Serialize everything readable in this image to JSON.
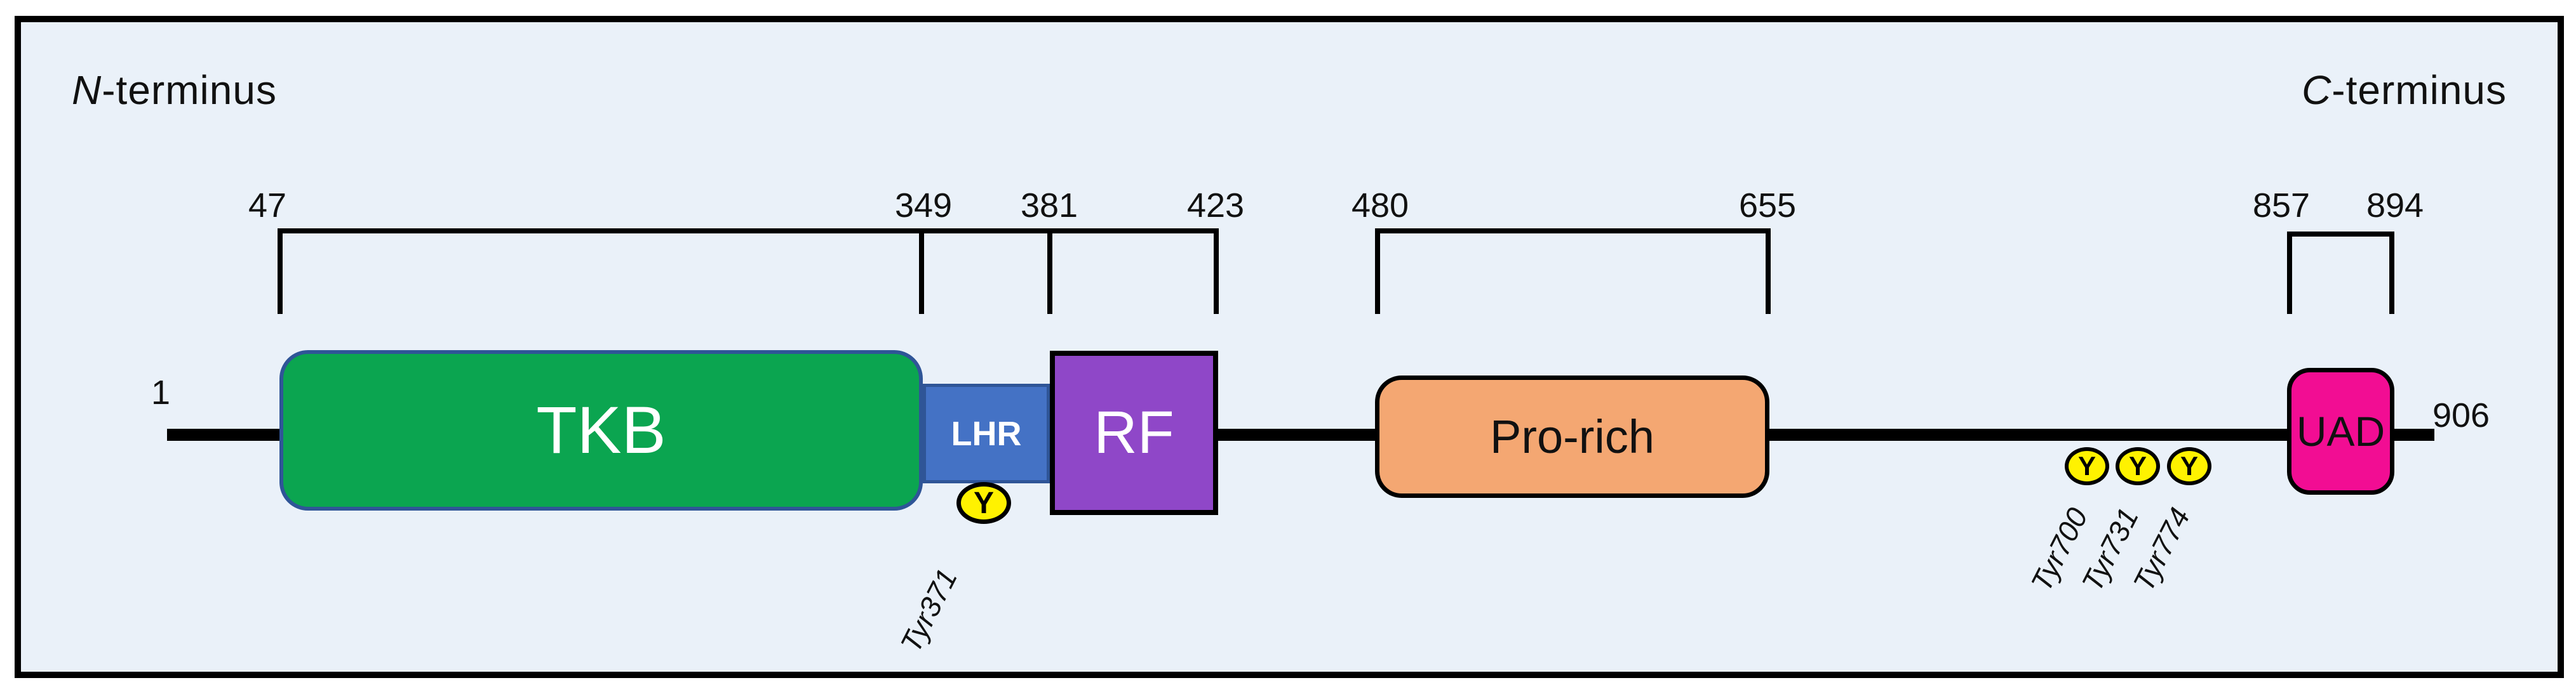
{
  "colors": {
    "background": "#EAF1F9",
    "frame_border": "#000000",
    "backbone": "#000000",
    "tkb_fill": "#0BA550",
    "tkb_border": "#2F5597",
    "lhr_fill": "#4472C5",
    "rf_fill": "#8F47C8",
    "prorich_fill": "#F4A772",
    "uad_fill": "#F20D93",
    "phospho_fill": "#FFF200"
  },
  "terminals": {
    "left": {
      "prefix": "N",
      "rest": "-terminus"
    },
    "right": {
      "prefix": "C",
      "rest": "-terminus"
    }
  },
  "backbone": {
    "start_residue": "1",
    "end_residue": "906"
  },
  "brackets": {
    "b1": [
      "47",
      "349",
      "381",
      "423"
    ],
    "b2": [
      "480",
      "655"
    ],
    "b3": [
      "857",
      "894"
    ]
  },
  "domains": {
    "tkb": {
      "label": "TKB"
    },
    "lhr": {
      "label": "LHR"
    },
    "rf": {
      "label": "RF"
    },
    "prorich": {
      "label": "Pro-rich"
    },
    "uad": {
      "label": "UAD"
    }
  },
  "sites": {
    "tyr371": {
      "symbol": "Y",
      "label": "Tyr371"
    },
    "tyr700": {
      "symbol": "Y",
      "label": "Tyr700"
    },
    "tyr731": {
      "symbol": "Y",
      "label": "Tyr731"
    },
    "tyr774": {
      "symbol": "Y",
      "label": "Tyr774"
    }
  }
}
